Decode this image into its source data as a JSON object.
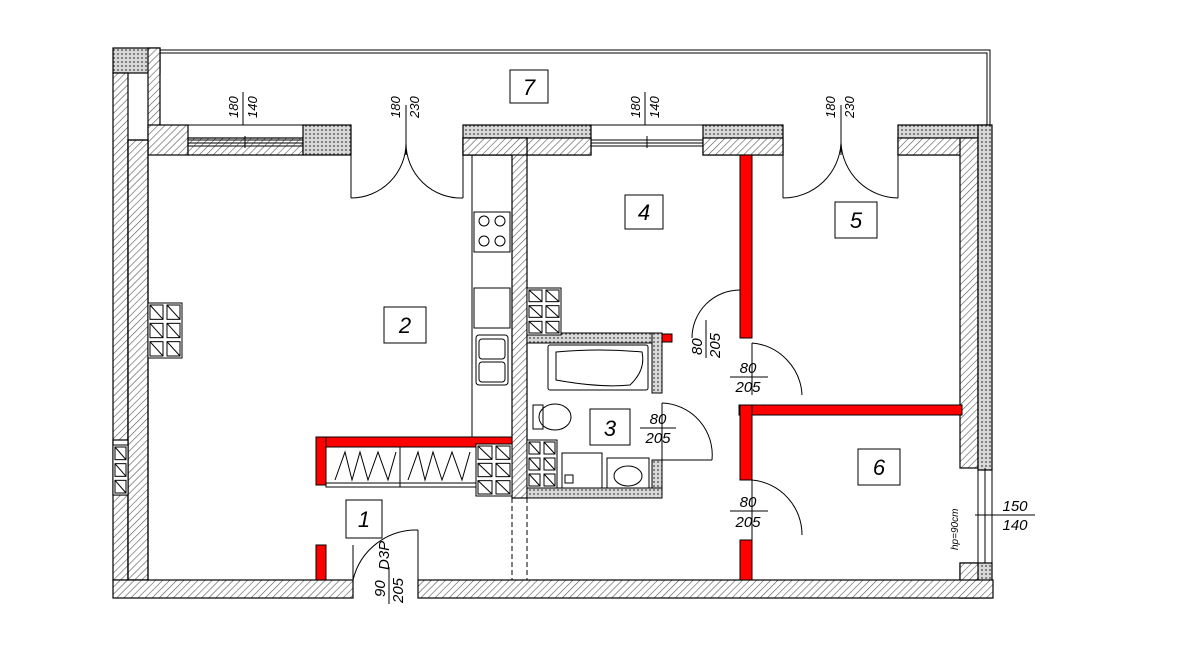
{
  "plan": {
    "rooms": [
      {
        "id": "1",
        "label": "1"
      },
      {
        "id": "2",
        "label": "2"
      },
      {
        "id": "3",
        "label": "3"
      },
      {
        "id": "4",
        "label": "4"
      },
      {
        "id": "5",
        "label": "5"
      },
      {
        "id": "6",
        "label": "6"
      },
      {
        "id": "7",
        "label": "7"
      }
    ],
    "dimensions": {
      "window_left_top": "180",
      "window_left_bottom": "140",
      "door_left_top": "180",
      "door_left_bottom": "230",
      "window_mid_top": "180",
      "window_mid_bottom": "140",
      "door_right_top": "180",
      "door_right_bottom": "230",
      "door_room4_top": "80",
      "door_room4_bottom": "205",
      "door_room5_top": "80",
      "door_room5_bottom": "205",
      "door_bath_top": "80",
      "door_bath_bottom": "205",
      "door_room6_top": "80",
      "door_room6_bottom": "205",
      "entry_door_width": "90",
      "entry_door_height": "205",
      "entry_door_type": "D3P",
      "window_right_top": "150",
      "window_right_bottom": "140",
      "sill_note": "hp=90cm"
    },
    "colors": {
      "wall_fill": "#ffffff",
      "wall_stroke": "#000000",
      "hatch": "#777777",
      "new_wall": "#ff0000",
      "insulation": "#888888"
    }
  }
}
